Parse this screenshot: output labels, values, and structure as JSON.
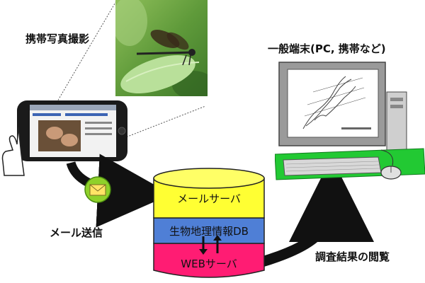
{
  "labels": {
    "phone_photo": "携帯写真撮影",
    "terminal": "一般端末(PC, 携帯など)",
    "mail_send": "メール送信",
    "results_view": "調査結果の閲覧"
  },
  "database": {
    "mail_server": "メールサーバ",
    "geo_db": "生物地理情報DB",
    "web_server": "WEBサーバ"
  },
  "colors": {
    "mail_server": "#ffff33",
    "geo_db": "#4f7fd6",
    "web_server": "#ff1c73",
    "pc_green": "#22c933",
    "arrow": "#111111",
    "mail_icon": "#8fd12a"
  },
  "icons": [
    "mail-envelope-icon",
    "mouse-icon",
    "hand-icon"
  ]
}
